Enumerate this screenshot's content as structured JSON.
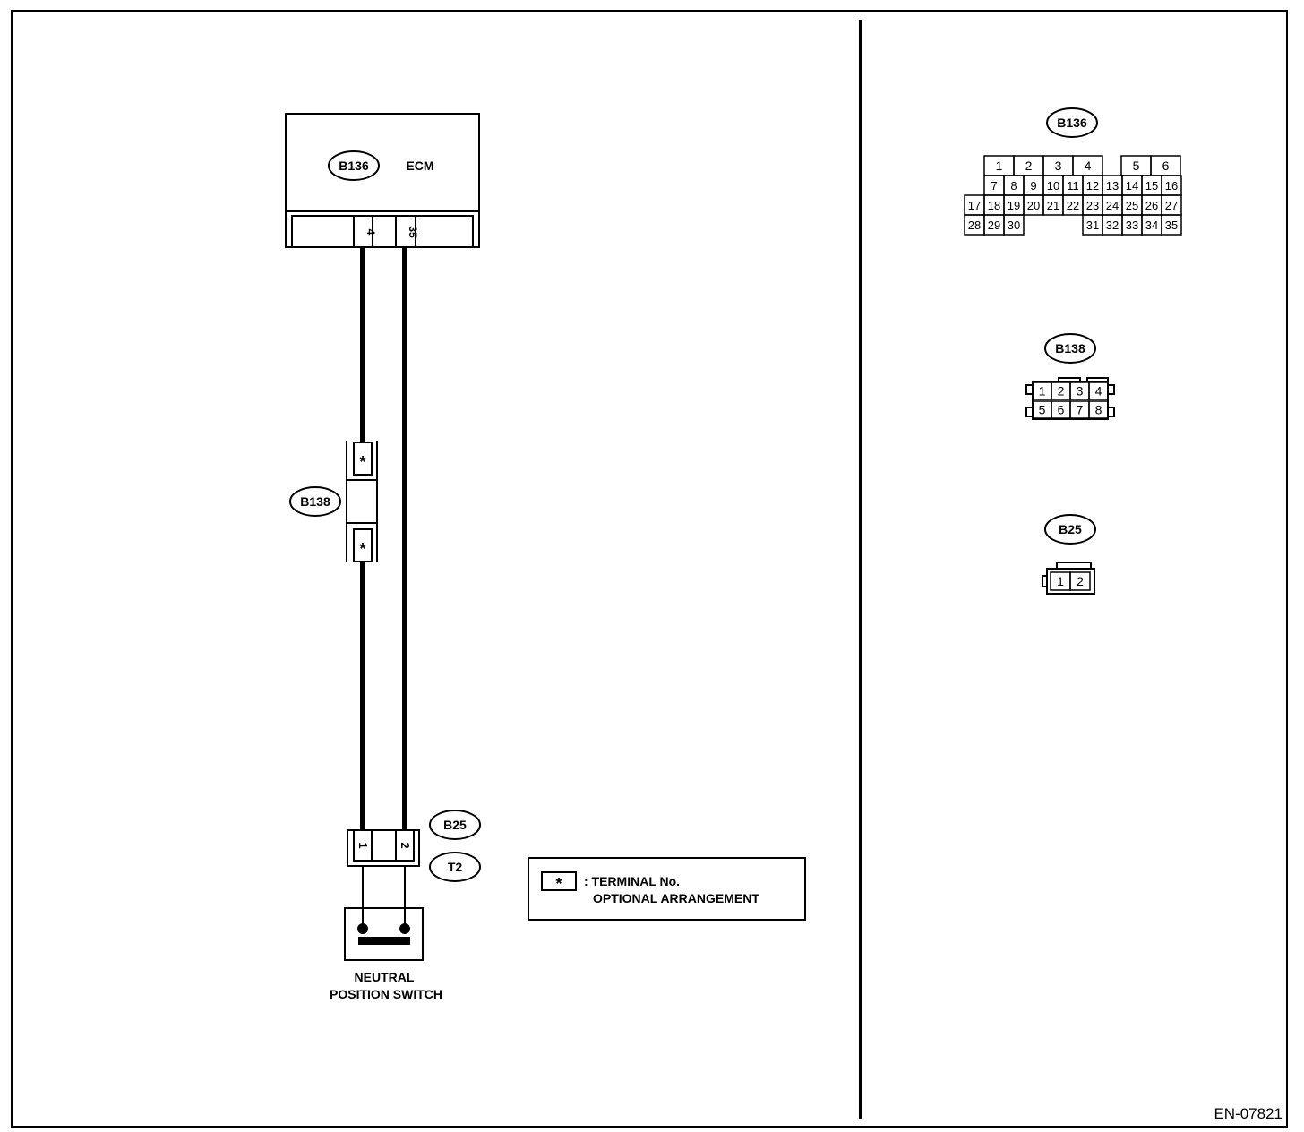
{
  "diagram_id": "EN-07821",
  "ecm": {
    "label": "ECM",
    "connector": "B136",
    "terminals": [
      "4",
      "35"
    ]
  },
  "intermediate_connector": {
    "label": "B138",
    "terminal_mark": "*"
  },
  "switch": {
    "connector": "B25",
    "terminal_id": "T2",
    "terminals": [
      "1",
      "2"
    ],
    "label_line1": "NEUTRAL",
    "label_line2": "POSITION SWITCH"
  },
  "legend": {
    "symbol": "*",
    "line1": ": TERMINAL No.",
    "line2": "OPTIONAL ARRANGEMENT"
  },
  "connector_views": {
    "b136": {
      "label": "B136",
      "row1": [
        "1",
        "2",
        "3",
        "4",
        "",
        "5",
        "6"
      ],
      "row2": [
        "7",
        "8",
        "9",
        "10",
        "11",
        "12",
        "13",
        "14",
        "15",
        "16"
      ],
      "row3": [
        "17",
        "18",
        "19",
        "20",
        "21",
        "22",
        "23",
        "24",
        "25",
        "26",
        "27"
      ],
      "row4a": [
        "28",
        "29",
        "30"
      ],
      "row4b": [
        "31",
        "32",
        "33",
        "34",
        "35"
      ]
    },
    "b138": {
      "label": "B138",
      "row1": [
        "1",
        "2",
        "3",
        "4"
      ],
      "row2": [
        "5",
        "6",
        "7",
        "8"
      ]
    },
    "b25": {
      "label": "B25",
      "pins": [
        "1",
        "2"
      ]
    }
  }
}
